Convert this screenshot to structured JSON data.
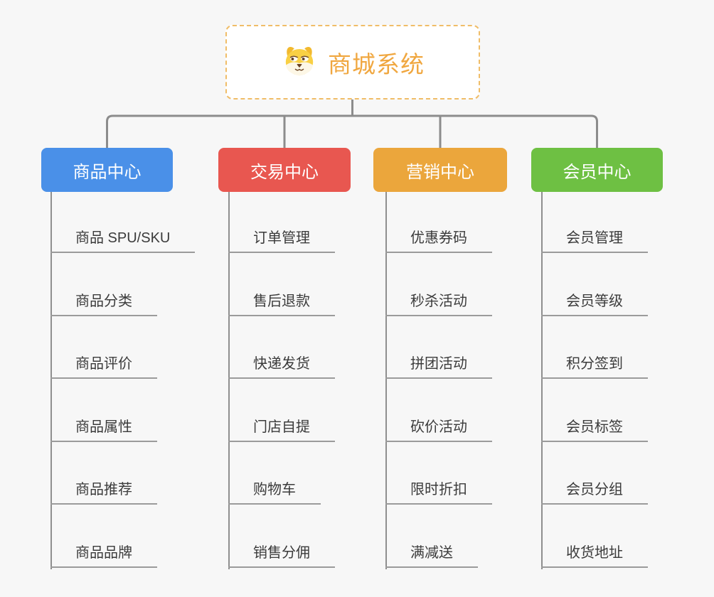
{
  "root": {
    "title": "商城系统",
    "icon": "dog-face-icon",
    "accent_color": "#f0a740",
    "border_color": "#f0bd68"
  },
  "colors": {
    "background": "#f7f7f7",
    "connector": "#8c8c8c",
    "leaf_underline": "#9b9b9b",
    "leaf_text": "#3b3b3b"
  },
  "branches": [
    {
      "label": "商品中心",
      "color": "#4a90e8",
      "items": [
        "商品 SPU/SKU",
        "商品分类",
        "商品评价",
        "商品属性",
        "商品推荐",
        "商品品牌"
      ]
    },
    {
      "label": "交易中心",
      "color": "#e85750",
      "items": [
        "订单管理",
        "售后退款",
        "快递发货",
        "门店自提",
        "购物车",
        "销售分佣"
      ]
    },
    {
      "label": "营销中心",
      "color": "#eba63c",
      "items": [
        "优惠券码",
        "秒杀活动",
        "拼团活动",
        "砍价活动",
        "限时折扣",
        "满减送"
      ]
    },
    {
      "label": "会员中心",
      "color": "#6ec043",
      "items": [
        "会员管理",
        "会员等级",
        "积分签到",
        "会员标签",
        "会员分组",
        "收货地址"
      ]
    }
  ]
}
